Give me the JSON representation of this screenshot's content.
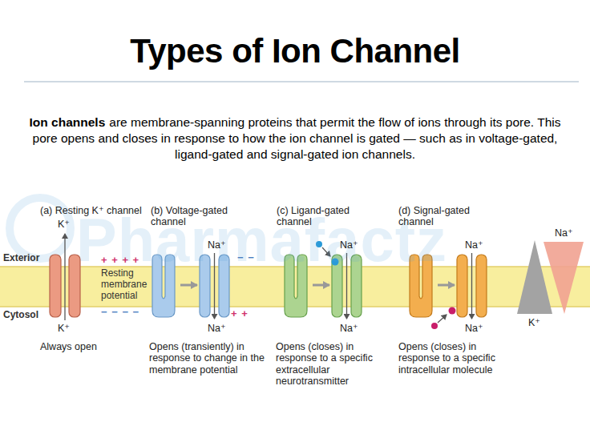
{
  "diagram": {
    "title": "Types of Ion Channel",
    "labels": [
      "Ion channels",
      "are membrane-spanning proteins that permit the flow of ions through its pore. This pore opens and closes in response to how the ion channel is gated — such as in voltage-gated, ligand-gated and signal-gated ion channels.",
      "Pharmafactz",
      "(a) Resting K⁺ channel",
      "(b) Voltage-gated channel",
      "(c) Ligand-gated channel",
      "(d) Signal-gated channel",
      "Exterior",
      "Cytosol",
      "K⁺",
      "K⁺",
      "+ + + +",
      "Resting membrane potential",
      "− − − −",
      "Na⁺",
      "− −",
      "+ +",
      "Na⁺",
      "Na⁺",
      "Na⁺",
      "Na⁺",
      "Na⁺",
      "Na⁺",
      "K⁺",
      "Always open",
      "Opens (transiently) in response to change in the membrane potential",
      "Opens (closes) in response to a specific extracellular neurotransmitter",
      "Opens (closes) in response to a specific intracellular molecule"
    ]
  }
}
